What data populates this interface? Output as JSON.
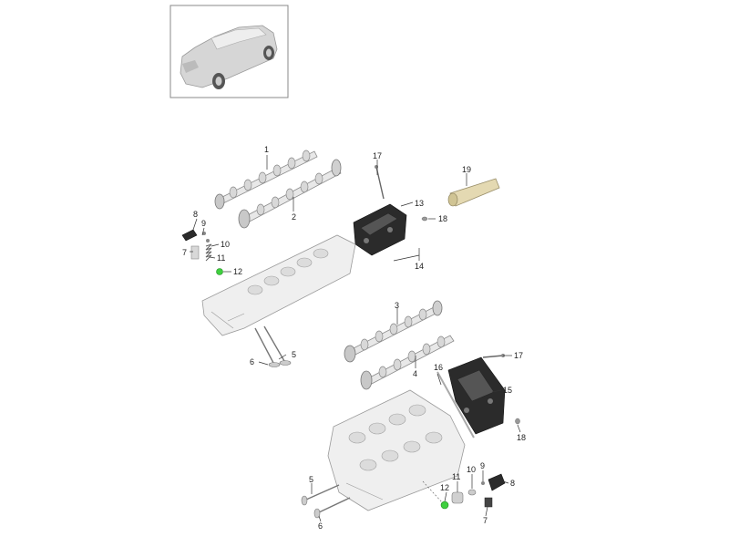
{
  "callouts": {
    "c1": "1",
    "c2": "2",
    "c3": "3",
    "c4": "4",
    "c5a": "5",
    "c5b": "5",
    "c6a": "6",
    "c6b": "6",
    "c7a": "7",
    "c7b": "7",
    "c8a": "8",
    "c8b": "8",
    "c9a": "9",
    "c9b": "9",
    "c10a": "10",
    "c10b": "10",
    "c11a": "11",
    "c11b": "11",
    "c12a": "12",
    "c12b": "12",
    "c13": "13",
    "c14": "14",
    "c15": "15",
    "c16": "16",
    "c17a": "17",
    "c17b": "17",
    "c18a": "18",
    "c18b": "18",
    "c19": "19"
  },
  "colors": {
    "accent_part": "#3fcf3f",
    "dark_part": "#2b2b2b",
    "line": "#333333"
  }
}
